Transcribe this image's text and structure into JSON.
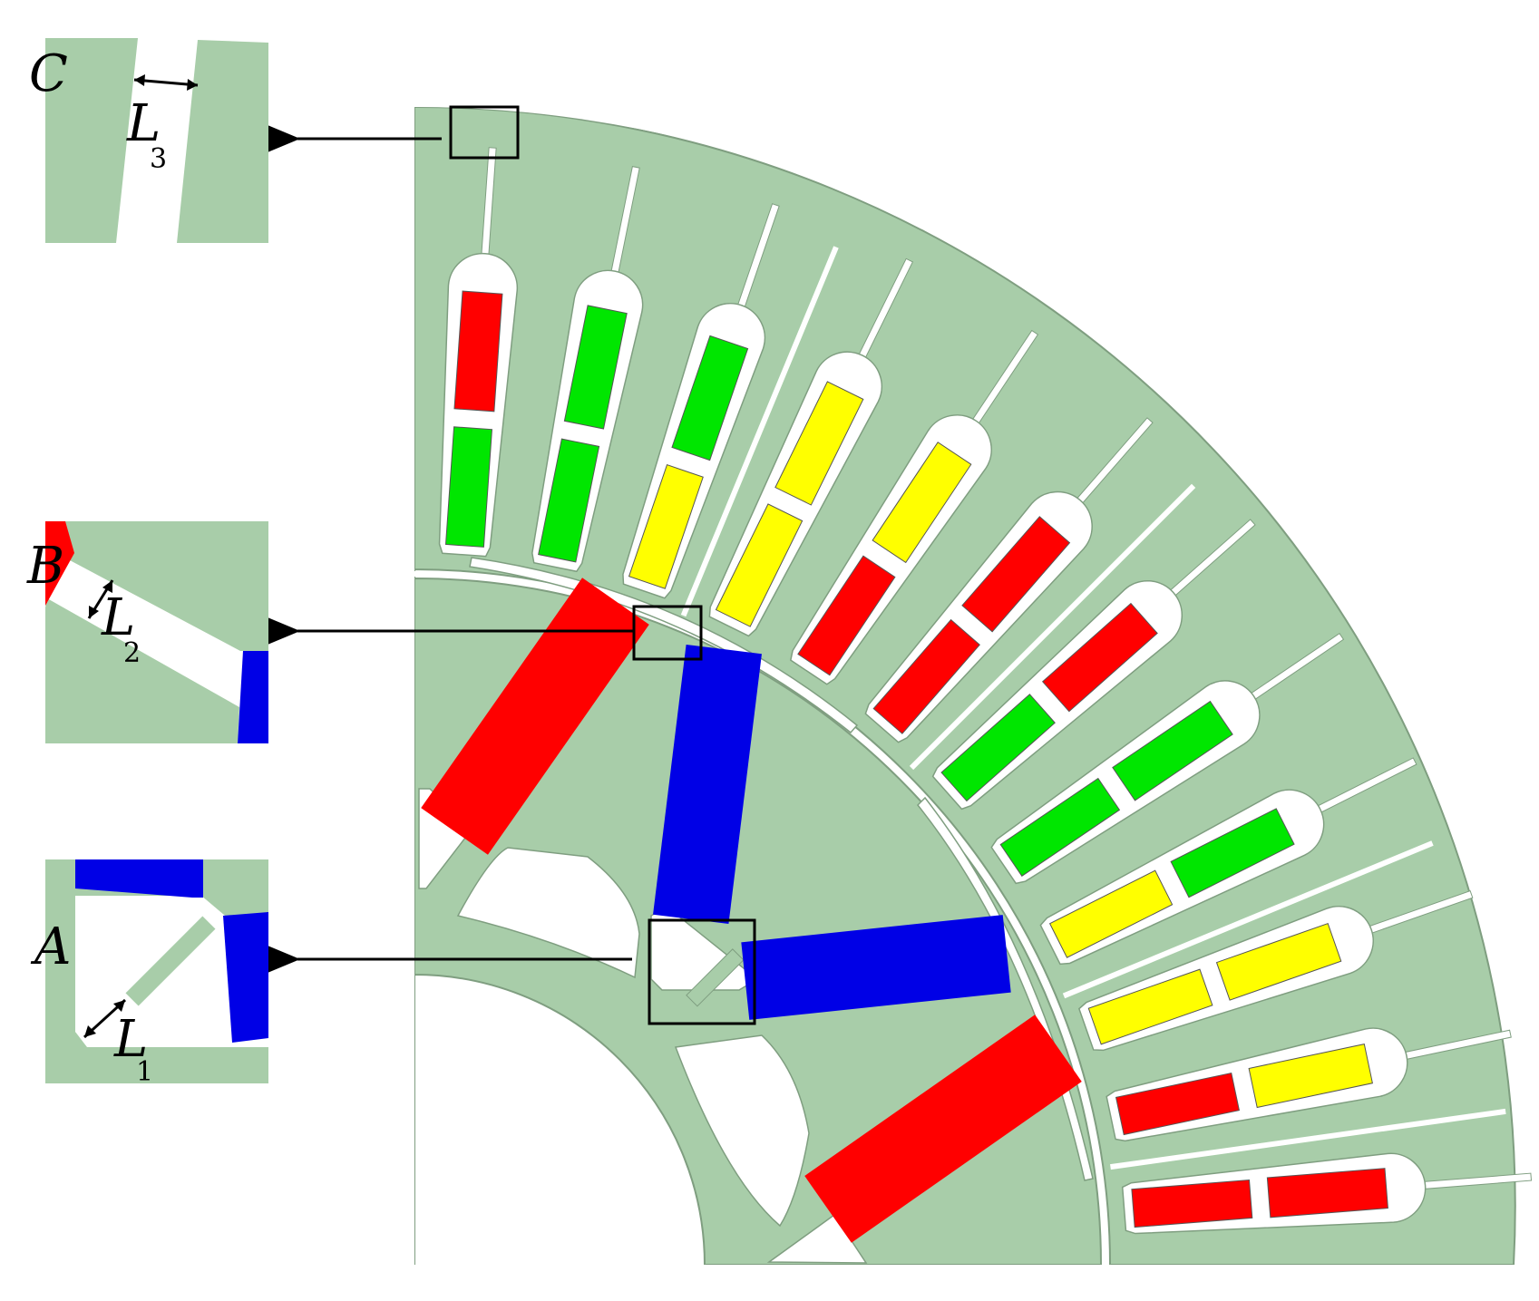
{
  "colors": {
    "steel": "#a8cda9",
    "steel_edge": "#7f9e80",
    "gap": "#ffffff",
    "frame": "#000000",
    "red": "#ff0000",
    "green": "#00e600",
    "yellow": "#ffff00",
    "blue": "#0000e6"
  },
  "insets": {
    "C": {
      "letter": "C",
      "dim_main": "L",
      "dim_sub": "3"
    },
    "B": {
      "letter": "B",
      "dim_main": "L",
      "dim_sub": "2"
    },
    "A": {
      "letter": "A",
      "dim_main": "L",
      "dim_sub": "1"
    }
  },
  "stator_slot_windings": [
    {
      "outer": "red",
      "inner": "green"
    },
    {
      "outer": "green",
      "inner": "green"
    },
    {
      "outer": "green",
      "inner": "yellow"
    },
    {
      "outer": "yellow",
      "inner": "yellow"
    },
    {
      "outer": "yellow",
      "inner": "red"
    },
    {
      "outer": "red",
      "inner": "red"
    },
    {
      "outer": "red",
      "inner": "green"
    },
    {
      "outer": "green",
      "inner": "green"
    },
    {
      "outer": "green",
      "inner": "yellow"
    },
    {
      "outer": "yellow",
      "inner": "yellow"
    },
    {
      "outer": "yellow",
      "inner": "red"
    },
    {
      "outer": "red",
      "inner": "red"
    }
  ],
  "rotor_magnets": [
    "red",
    "blue",
    "blue",
    "red"
  ]
}
